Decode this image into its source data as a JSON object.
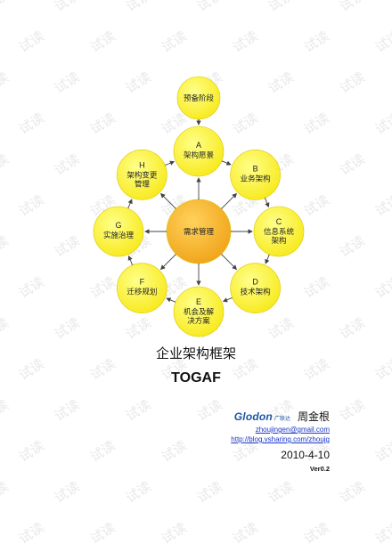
{
  "watermark": "试读",
  "diagram": {
    "top_node": "预备阶段",
    "center": "需求管理",
    "nodes": [
      {
        "letter": "A",
        "label": [
          "架构愿景"
        ]
      },
      {
        "letter": "B",
        "label": [
          "业务架构"
        ]
      },
      {
        "letter": "C",
        "label": [
          "信息系统",
          "架构"
        ]
      },
      {
        "letter": "D",
        "label": [
          "技术架构"
        ]
      },
      {
        "letter": "E",
        "label": [
          "机会及解",
          "决方案"
        ]
      },
      {
        "letter": "F",
        "label": [
          "迁移规划"
        ]
      },
      {
        "letter": "G",
        "label": [
          "实施治理"
        ]
      },
      {
        "letter": "H",
        "label": [
          "架构变更",
          "管理"
        ]
      }
    ],
    "colors": {
      "node_fill": "#fff22e",
      "center_fill": "#f5a623",
      "arrow": "#444444"
    }
  },
  "title_cn": "企业架构框架",
  "title_en": "TOGAF",
  "logo": {
    "main": "Glodon",
    "sub": "广联达"
  },
  "author": "周金根",
  "email": "zhoujingen@gmail.com",
  "blog": "http://blog.vsharing.com/zhoujg",
  "date": "2010-4-10",
  "version": "Ver0.2"
}
